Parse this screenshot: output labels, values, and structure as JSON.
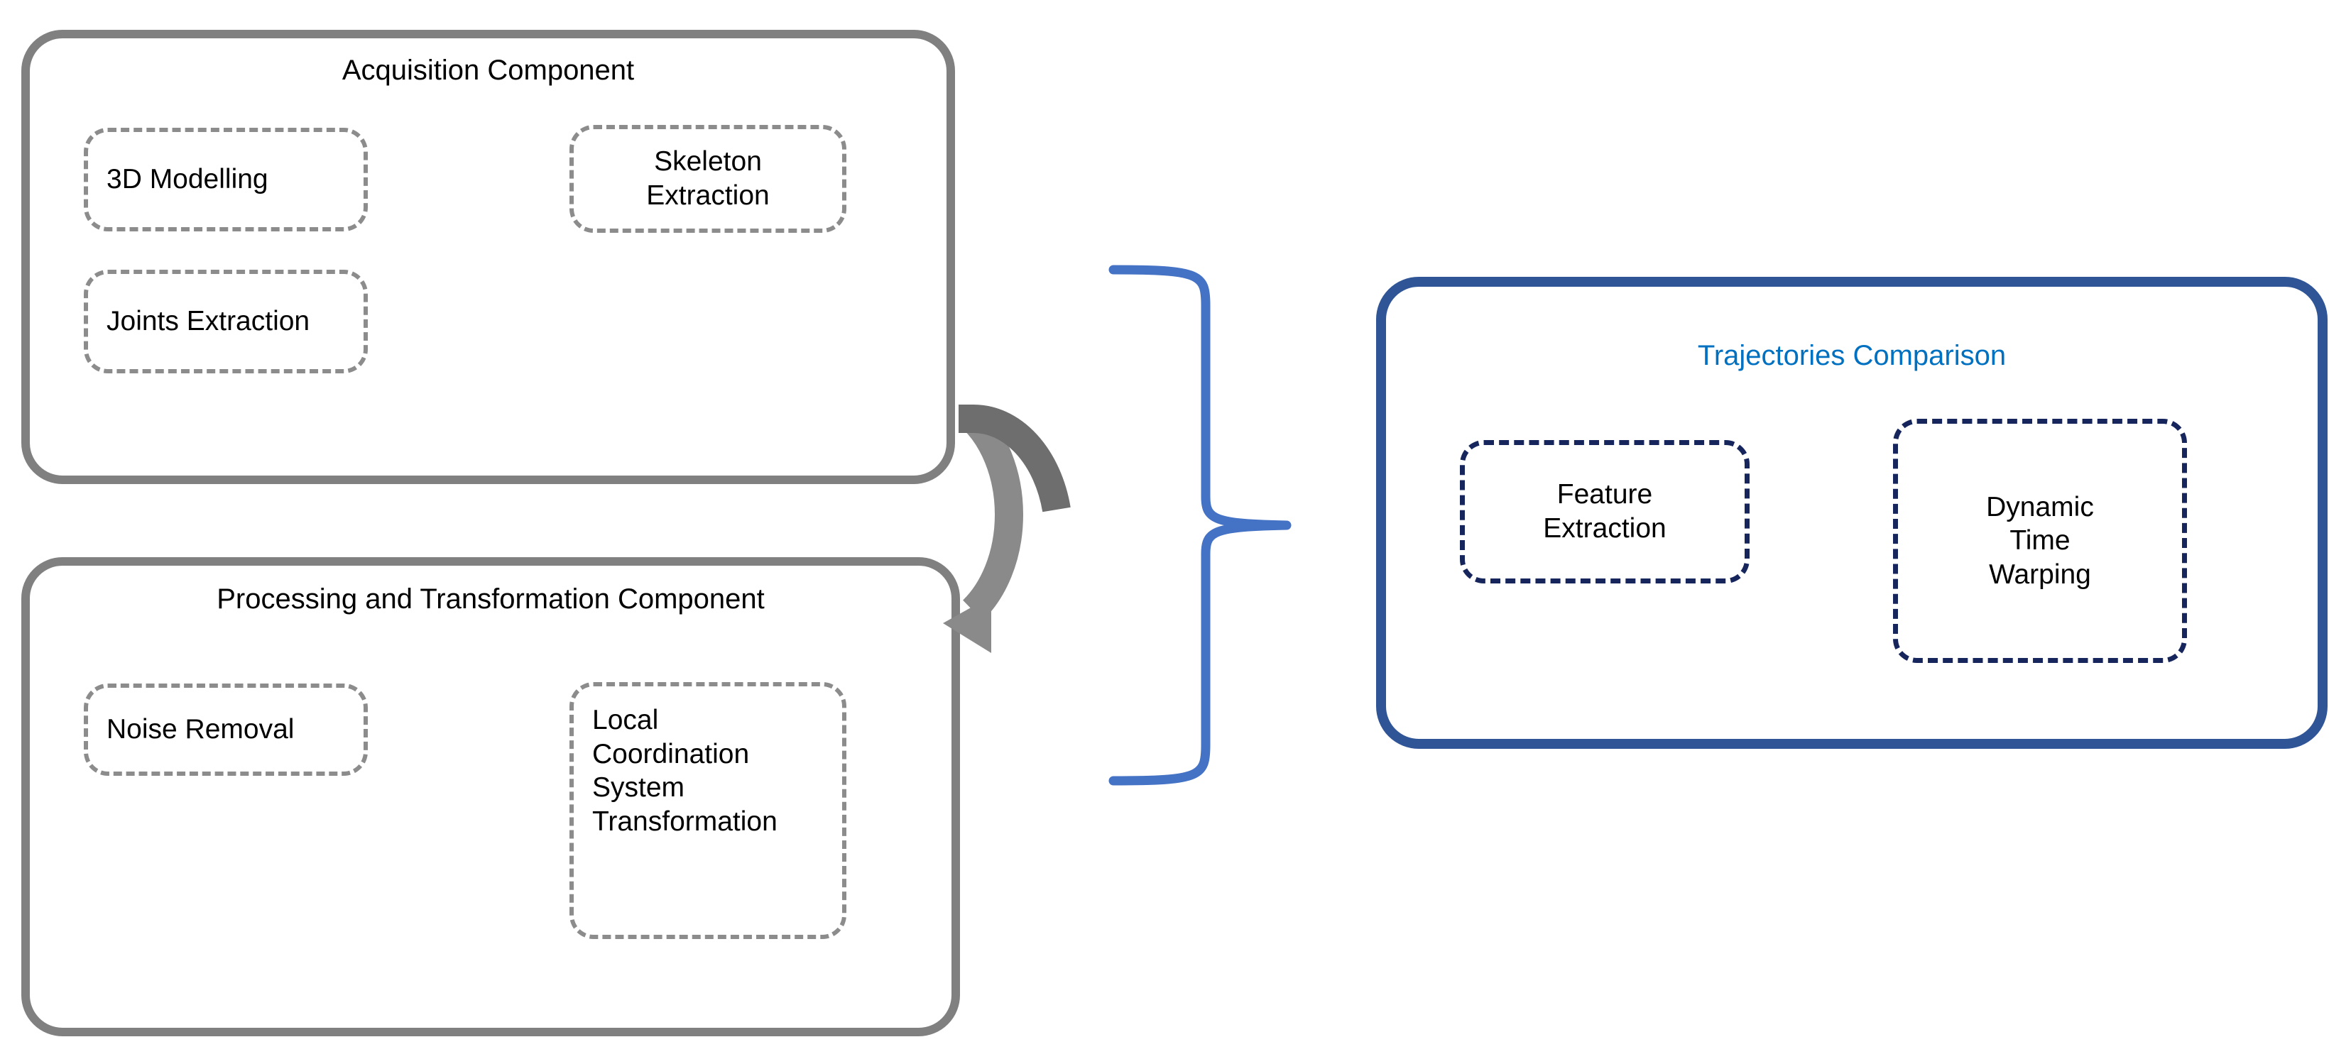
{
  "diagram": {
    "title_text_color": "#000000",
    "gray_color": "#808080",
    "blue_border_color": "#2F5597",
    "blue_title_color": "#0070C0",
    "navy_dash_color": "#16265C",
    "gray_dash_color": "#8C8C8C",
    "brace_color": "#4472C4"
  },
  "components": {
    "acquisition": {
      "title": "Acquisition Component",
      "blocks": [
        {
          "id": "3d-modelling",
          "label": "3D Modelling"
        },
        {
          "id": "skeleton-extraction",
          "label": "Skeleton\nExtraction"
        },
        {
          "id": "joints-extraction",
          "label": "Joints Extraction"
        }
      ]
    },
    "processing": {
      "title": "Processing and Transformation Component",
      "blocks": [
        {
          "id": "noise-removal",
          "label": "Noise Removal"
        },
        {
          "id": "local-coordination",
          "label": "Local\nCoordination\nSystem\nTransformation"
        }
      ]
    },
    "trajectories": {
      "title": "Trajectories Comparison",
      "blocks": [
        {
          "id": "feature-extraction",
          "label": "Feature\nExtraction"
        },
        {
          "id": "dynamic-time-warping",
          "label": "Dynamic\nTime\nWarping"
        }
      ]
    }
  },
  "connectors": {
    "cycle_arrow": "circular-arrow-icon",
    "brace": "curly-brace-icon"
  }
}
